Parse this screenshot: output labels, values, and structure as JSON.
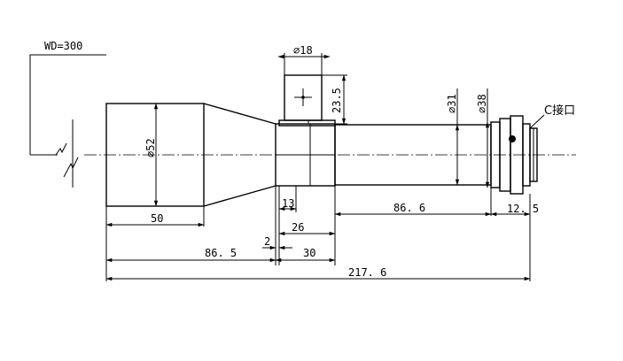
{
  "labels": {
    "wd": "WD=300",
    "dia18": "⌀18",
    "dim23_5": "23.5",
    "dia52": "⌀52",
    "dia31": "⌀31",
    "dia38": "⌀38",
    "mount": "C接口",
    "dim13": "13",
    "dim86_6": "86. 6",
    "dim12_5": "12. 5",
    "dim50": "50",
    "dim26": "26",
    "dim2": "2",
    "dim86_5": "86. 5",
    "dim30": "30",
    "dim217_6": "217. 6"
  }
}
